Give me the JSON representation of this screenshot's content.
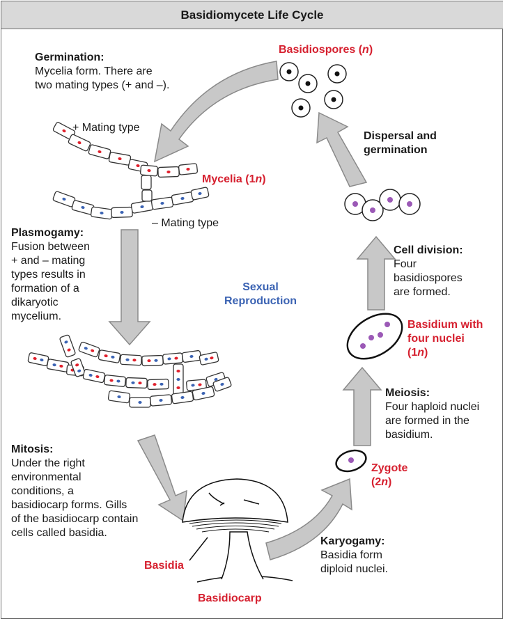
{
  "title": "Basidiomycete Life Cycle",
  "center_label": {
    "line1": "Sexual",
    "line2": "Reproduction"
  },
  "steps": {
    "germination": {
      "heading": "Germination:",
      "lines": [
        "Mycelia form. There are",
        "two mating types (+ and –)."
      ]
    },
    "plasmogamy": {
      "heading": "Plasmogamy:",
      "lines": [
        "Fusion between",
        "+ and – mating",
        "types results in",
        "formation of a",
        "dikaryotic",
        "mycelium."
      ]
    },
    "mitosis": {
      "heading": "Mitosis:",
      "lines": [
        "Under the right",
        "environmental",
        "conditions, a",
        "basidiocarp forms. Gills",
        "of the basidiocarp contain",
        "cells called basidia."
      ]
    },
    "karyogamy": {
      "heading": "Karyogamy:",
      "lines": [
        "Basidia form",
        "diploid nuclei."
      ]
    },
    "meiosis": {
      "heading": "Meiosis:",
      "lines": [
        "Four haploid nuclei",
        "are formed in the",
        "basidium."
      ]
    },
    "cell_division": {
      "heading": "Cell division:",
      "lines": [
        "Four",
        "basidiospores",
        "are formed."
      ]
    },
    "dispersal": {
      "lines": [
        "Dispersal and",
        "germination"
      ]
    }
  },
  "structures": {
    "basidiospores": {
      "name": "Basidiospores (",
      "ploidy": "n",
      "close": ")"
    },
    "mycelia": {
      "name": "Mycelia (1",
      "ploidy": "n",
      "close": ")"
    },
    "plus_mating": "+ Mating type",
    "minus_mating": "– Mating type",
    "basidium": {
      "line1": "Basidium with",
      "line2": "four nuclei",
      "line3a": "(1",
      "ploidy": "n",
      "line3b": ")"
    },
    "zygote": {
      "line1": "Zygote",
      "line2a": "(2",
      "ploidy": "n",
      "line2b": ")"
    },
    "basidia": "Basidia",
    "basidiocarp": "Basidiocarp"
  },
  "colors": {
    "arrow_fill": "#c8c8c8",
    "arrow_stroke": "#8a8a8a",
    "plus_nucleus": "#e0202c",
    "minus_nucleus": "#3b63b3",
    "diploid_nucleus": "#9b59b6",
    "label_red": "#d6202f",
    "label_blue": "#3b63b3"
  }
}
